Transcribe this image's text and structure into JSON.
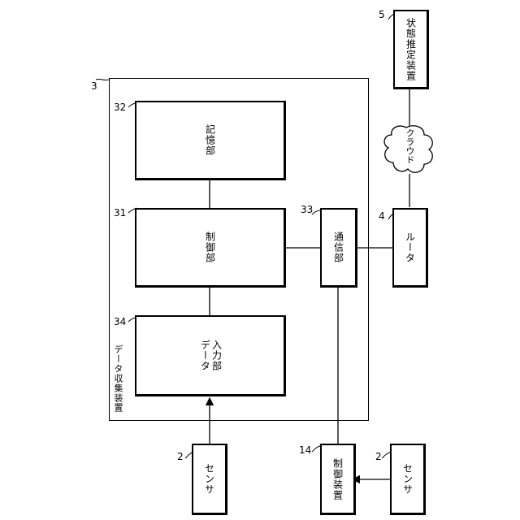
{
  "diagram": {
    "nodes": {
      "state_estimator": {
        "label": "状態推定装置",
        "ref": "5"
      },
      "router": {
        "label": "ルータ",
        "ref": "4"
      },
      "cloud": {
        "label": "クラウド"
      },
      "collector": {
        "label": "データ収集装置",
        "ref": "3"
      },
      "storage": {
        "label": "記憶部",
        "ref": "32"
      },
      "control_unit": {
        "label": "制御部",
        "ref": "31"
      },
      "comm_unit": {
        "label": "通信部",
        "ref": "33"
      },
      "data_input": {
        "label_line1": "データ",
        "label_line2": "入力部",
        "ref": "34"
      },
      "sensor_a": {
        "label": "センサ",
        "ref": "2"
      },
      "controller": {
        "label": "制御装置",
        "ref": "14"
      },
      "sensor_b": {
        "label": "センサ",
        "ref": "2"
      }
    },
    "colors": {
      "line": "#000000",
      "background": "#ffffff"
    }
  }
}
